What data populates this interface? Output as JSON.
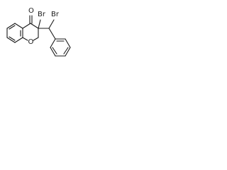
{
  "molecule": {
    "atoms": {
      "carbonyl_oxygen": "O",
      "ring_oxygen": "O",
      "bromine_ring": "Br",
      "bromine_side": "Br"
    }
  },
  "colors": {
    "bond": "#1a1a1a",
    "background": "#ffffff"
  }
}
